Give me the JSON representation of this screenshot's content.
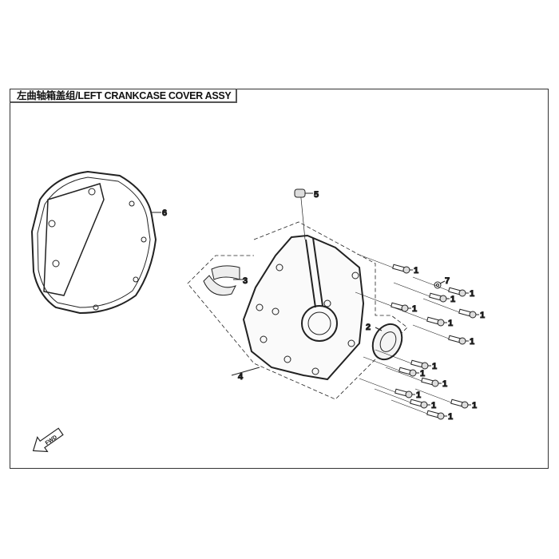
{
  "title": "左曲轴箱盖组/LEFT CRANKCASE COVER ASSY",
  "fwd_label": "FWD",
  "callouts": {
    "bolt": "1",
    "oil_seal": "2",
    "bushing": "3",
    "cover": "4",
    "cap": "5",
    "gasket": "6",
    "washer": "7"
  }
}
